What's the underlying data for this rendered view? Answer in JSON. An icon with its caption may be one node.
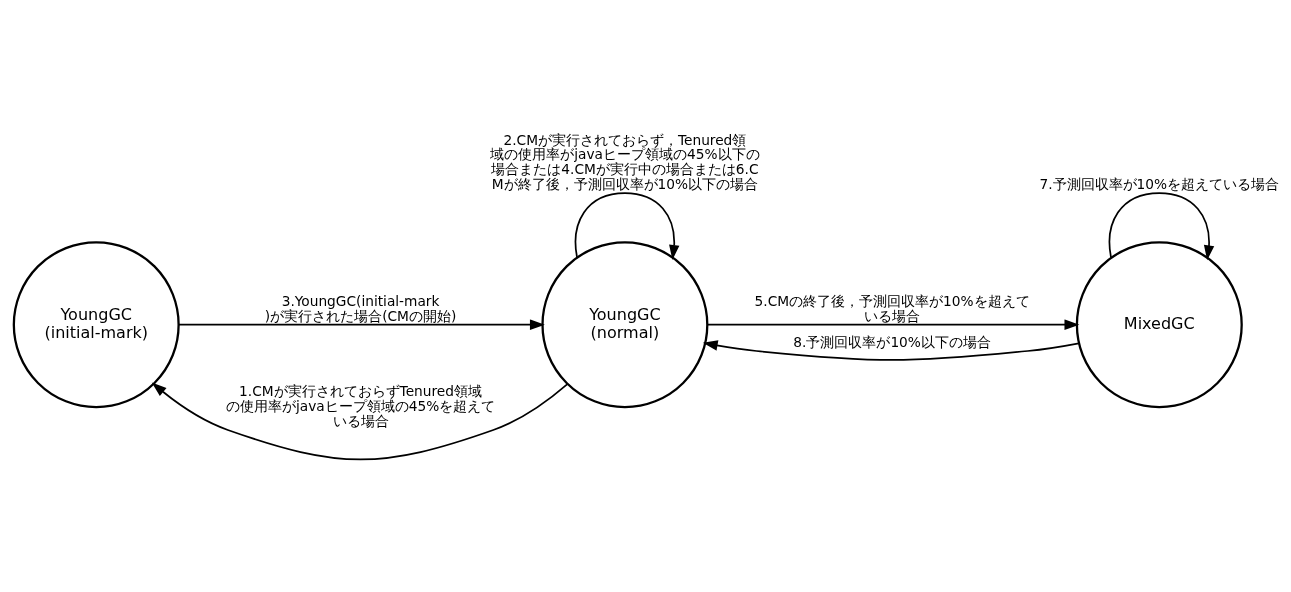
{
  "diagram": {
    "nodes": [
      {
        "text": [
          "YoungGC (initial-mark)"
        ]
      },
      {
        "text": [
          "YoungGC (normal)"
        ]
      },
      {
        "text": [
          "MixedGC"
        ]
      }
    ],
    "edges": [
      {
        "from": 1,
        "to": 0,
        "arrow": "to",
        "label": "1.CMが実行されておらずTenured領域の使用率がjavaヒープ領域の45%を超えている場合"
      },
      {
        "from": 0,
        "to": 1,
        "arrow": "to",
        "label": "3.YoungGC(initial-mark)が実行された場合(CMの開始)"
      },
      {
        "from": 1,
        "to": 2,
        "arrow": "to",
        "label": "5.CMの終了後，予測回収率が10%を超えている場合"
      },
      {
        "from": 2,
        "to": 1,
        "arrow": "to",
        "label": "8.予測回収率が10%以下の場合"
      },
      {
        "from": 1,
        "to": 1,
        "arrow": "to",
        "label": "2.CMが実行されておらず，Tenured領域の使用率がjavaヒープ領域の45%以下の場合または4.CMが実行中の場合または6.CMが終了後，予測回収率が10%以下の場合"
      },
      {
        "from": 2,
        "to": 2,
        "arrow": "to",
        "label": "7.予測回収率が10%を超えている場合"
      }
    ]
  }
}
